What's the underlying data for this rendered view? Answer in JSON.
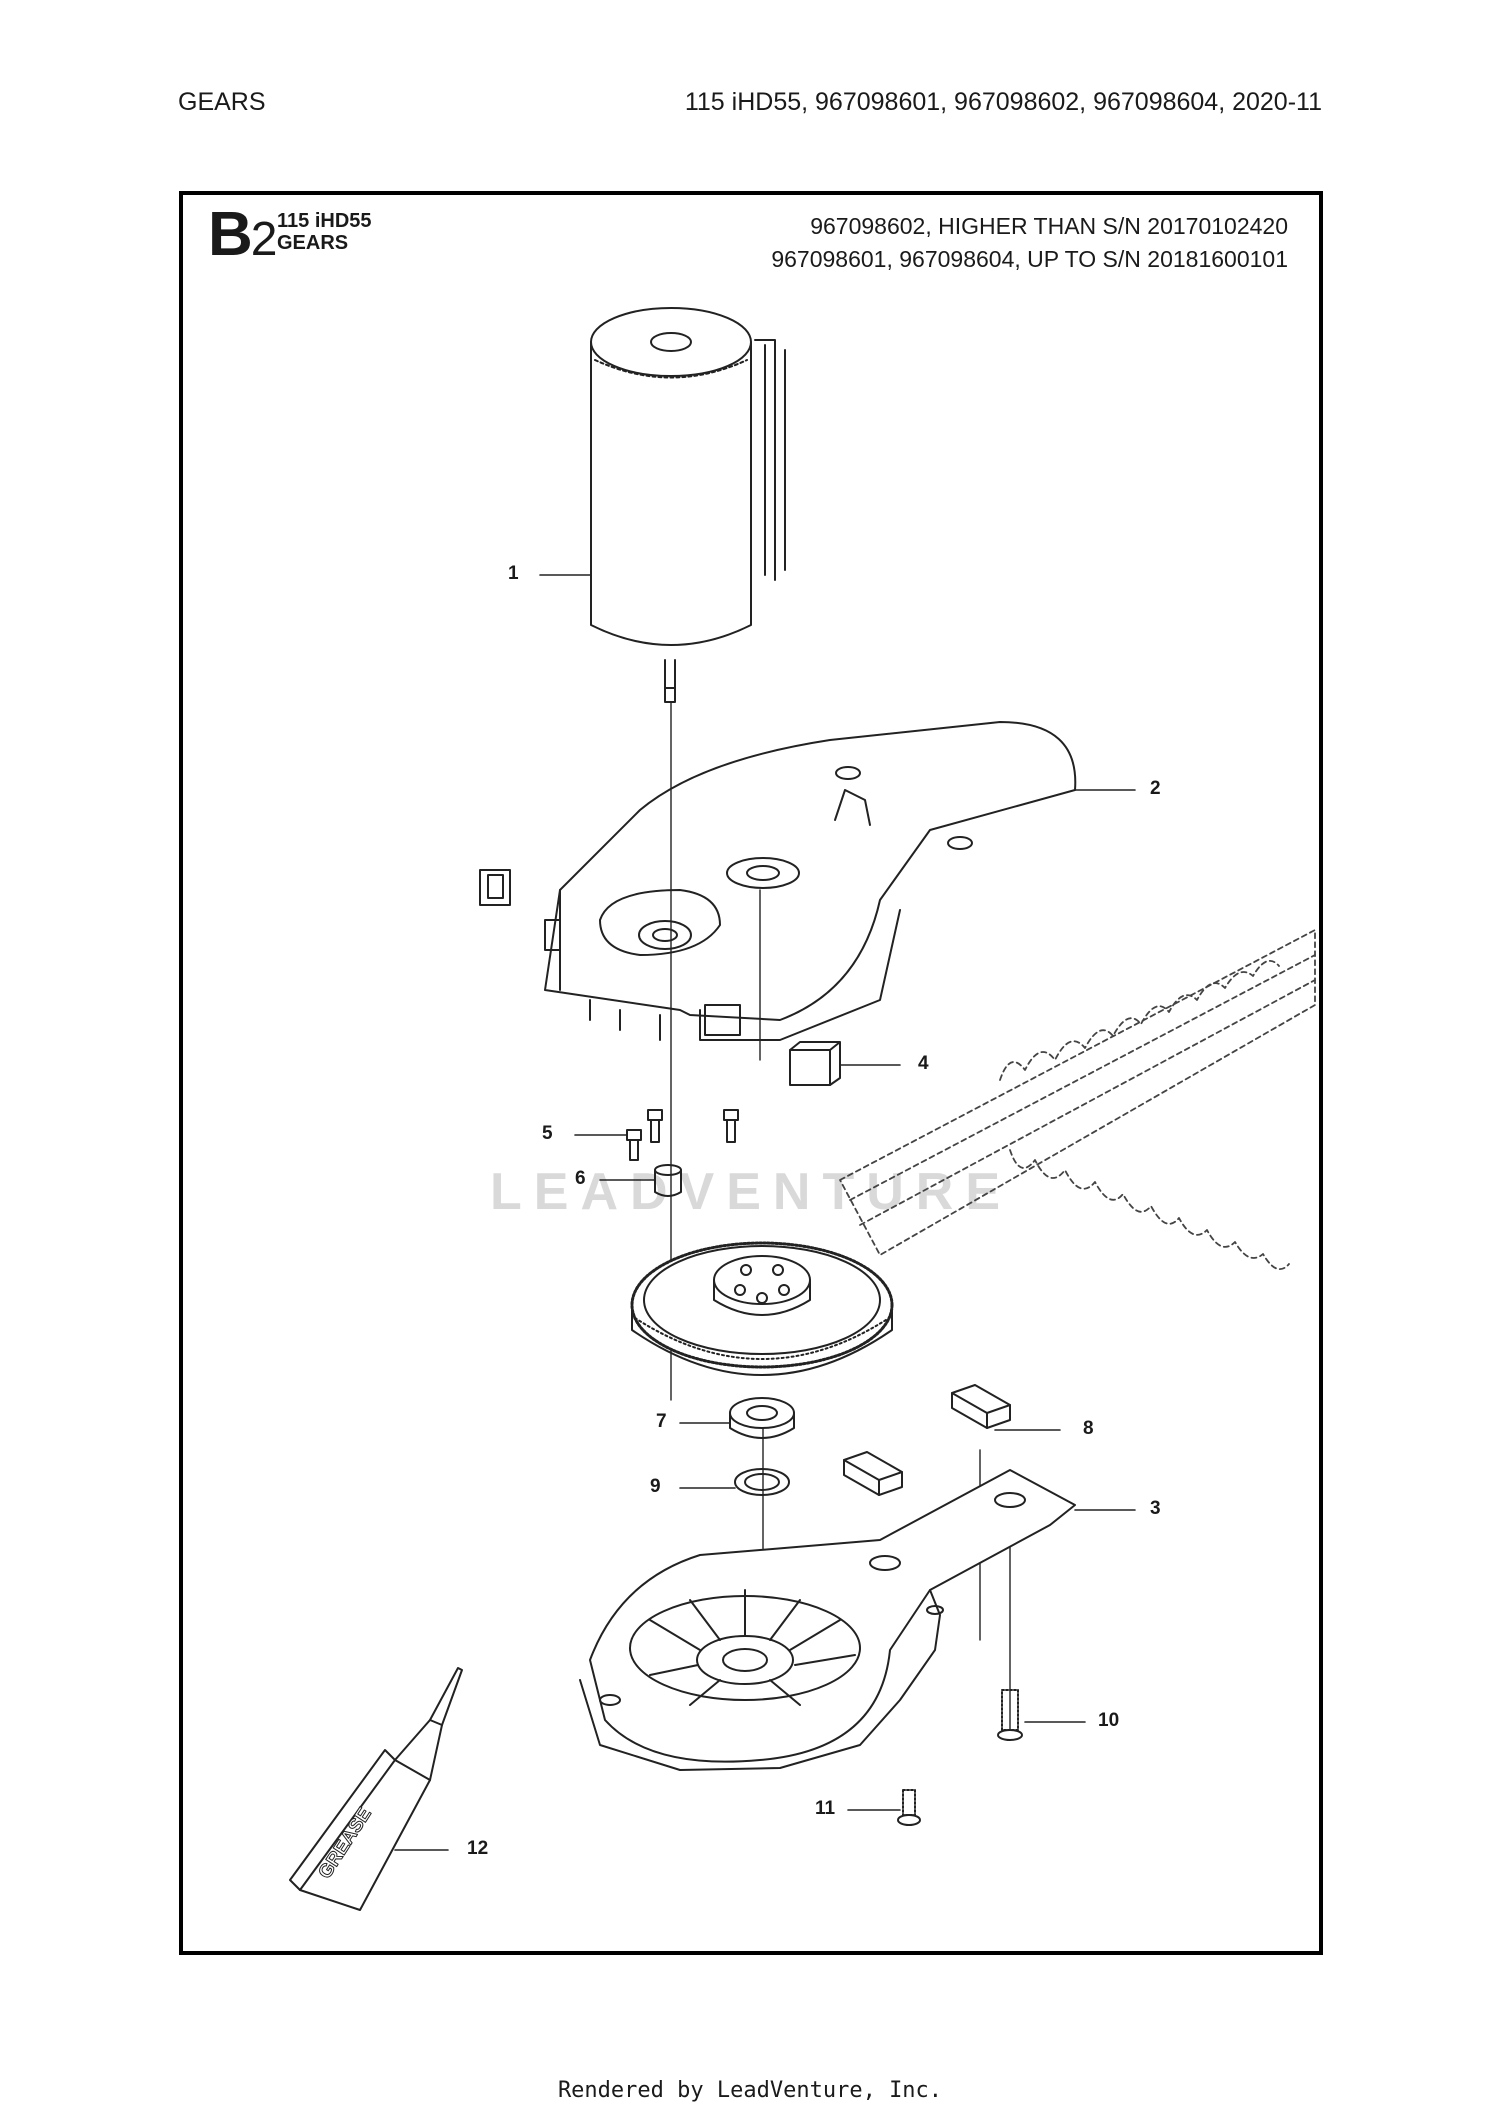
{
  "header": {
    "section_title": "GEARS",
    "model_info": "115 iHD55, 967098601, 967098602, 967098604, 2020-11"
  },
  "diagram": {
    "section_code_letter": "B",
    "section_code_number": "2",
    "model": "115 iHD55",
    "section_name": "GEARS",
    "serial_note_1": "967098602, HIGHER THAN S/N 20170102420",
    "serial_note_2": "967098601, 967098604, UP TO S/N 20181600101",
    "watermark": "LEADVENTURE",
    "grease_label": "GREASE",
    "callouts": [
      "1",
      "2",
      "3",
      "4",
      "5",
      "6",
      "7",
      "8",
      "9",
      "10",
      "11",
      "12"
    ]
  },
  "footer": {
    "credit": "Rendered by LeadVenture, Inc."
  }
}
